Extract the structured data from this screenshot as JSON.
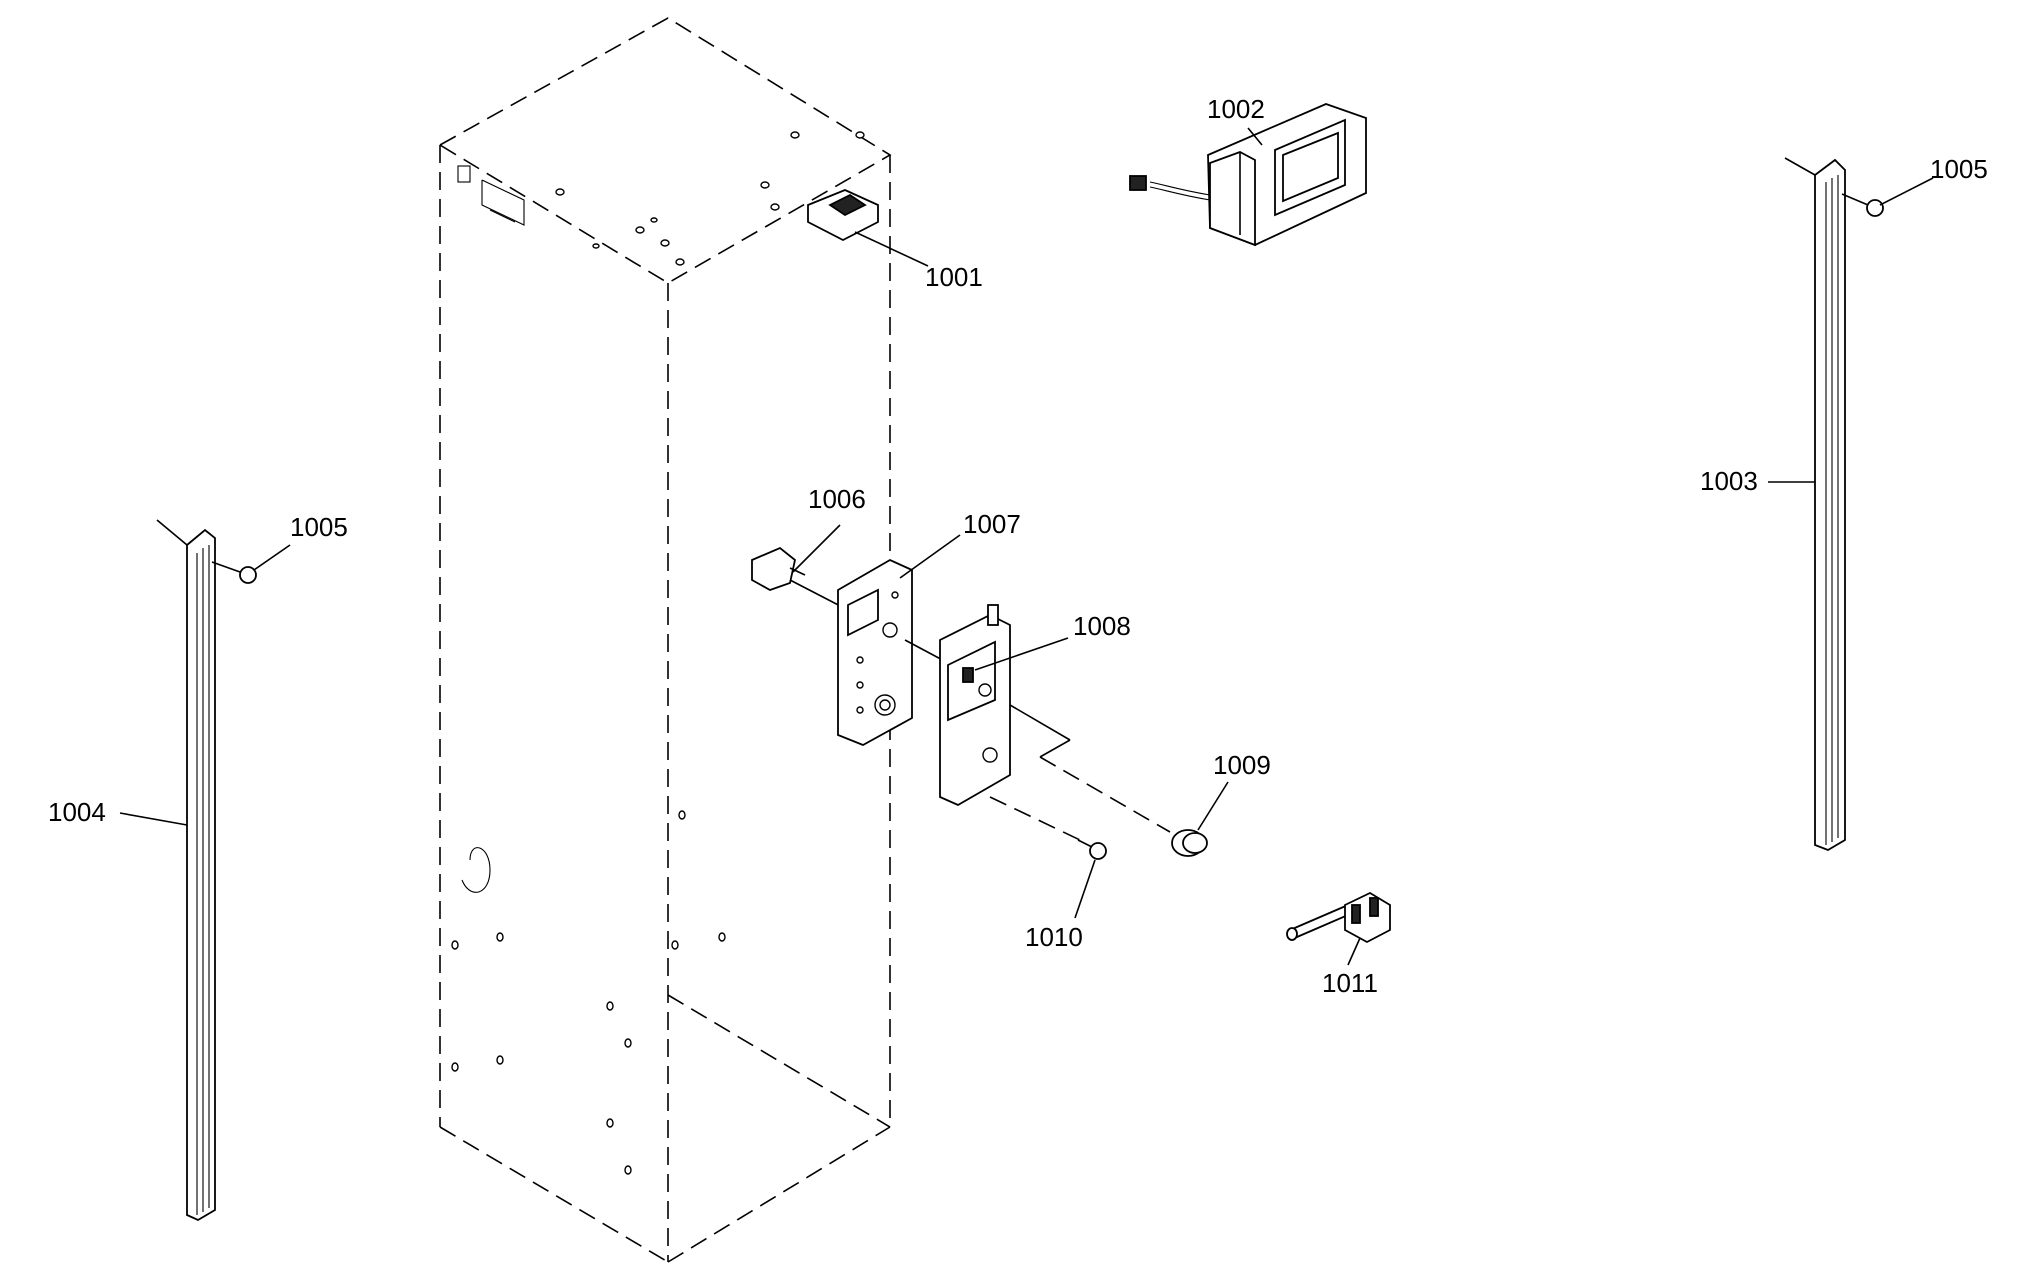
{
  "callouts": {
    "c1001": "1001",
    "c1002": "1002",
    "c1003": "1003",
    "c1004": "1004",
    "c1005_left": "1005",
    "c1005_right": "1005",
    "c1006": "1006",
    "c1007": "1007",
    "c1008": "1008",
    "c1009": "1009",
    "c1010": "1010",
    "c1011": "1011"
  }
}
